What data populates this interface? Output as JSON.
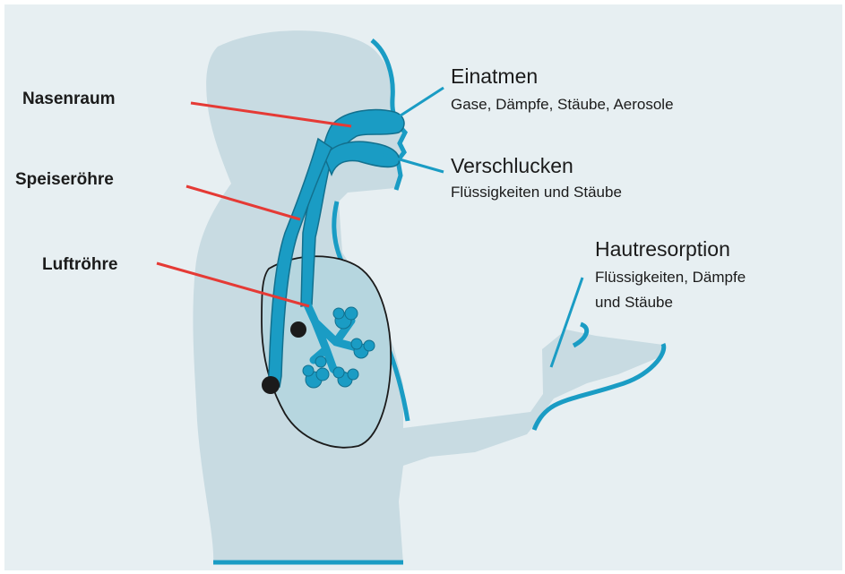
{
  "labels": {
    "nasenraum": "Nasenraum",
    "speiseroehre": "Speiseröhre",
    "luftroehre": "Luftröhre"
  },
  "routes": {
    "einatmen": {
      "title": "Einatmen",
      "detail": "Gase, Dämpfe, Stäube, Aerosole"
    },
    "verschlucken": {
      "title": "Verschlucken",
      "detail": "Flüssigkeiten und Stäube"
    },
    "hautresorption": {
      "title": "Hautresorption",
      "detail_line1": "Flüssigkeiten, Dämpfe",
      "detail_line2": "und Stäube"
    }
  },
  "colors": {
    "background": "#e7eff2",
    "body_silhouette": "#c8dbe2",
    "lung": "#b6d6df",
    "accent_blue": "#1a9cc4",
    "pointer_red": "#e53a35",
    "outline_dark": "#1b1b1b"
  }
}
